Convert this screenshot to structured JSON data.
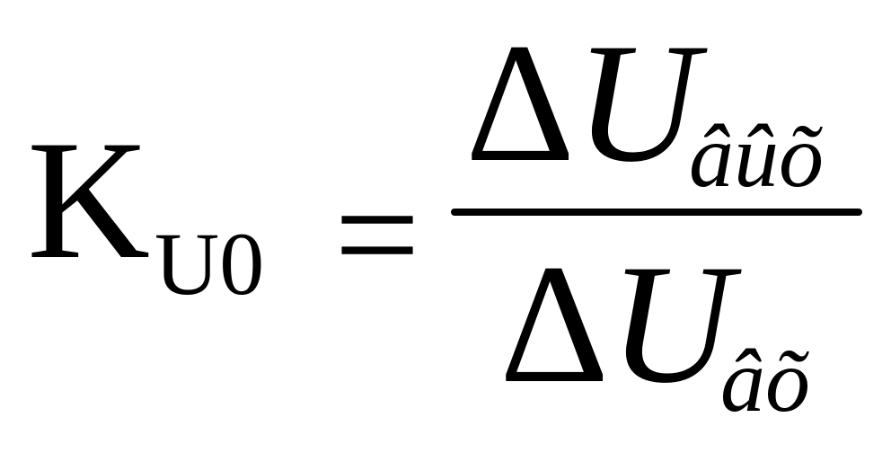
{
  "formula": {
    "lhs": {
      "symbol": "K",
      "subscript": "U0"
    },
    "operator": "=",
    "numerator": {
      "delta": "Δ",
      "variable": "U",
      "subscript": "âûõ"
    },
    "denominator": {
      "delta": "Δ",
      "variable": "U",
      "subscript": "âõ"
    }
  }
}
